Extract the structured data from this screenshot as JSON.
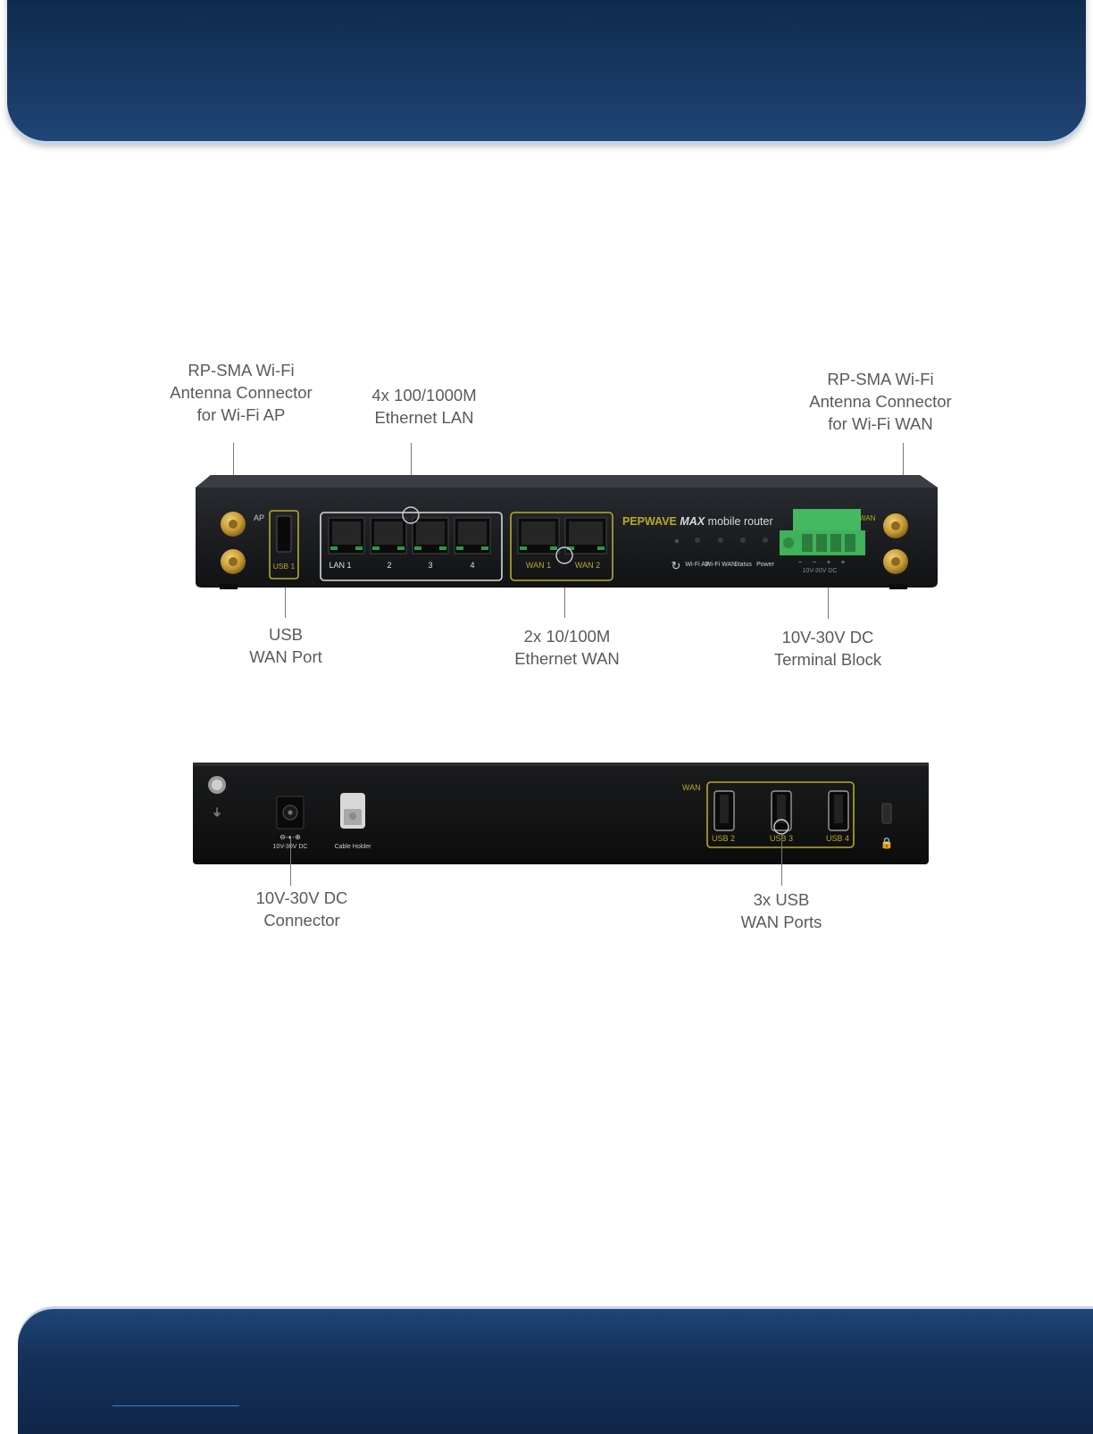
{
  "front_callouts": {
    "wifi_ap_antenna": [
      "RP-SMA Wi-Fi",
      "Antenna Connector",
      "for Wi-Fi AP"
    ],
    "ethernet_lan": [
      "4x 100/1000M",
      "Ethernet LAN"
    ],
    "wifi_wan_antenna": [
      "RP-SMA Wi-Fi",
      "Antenna Connector",
      "for Wi-Fi WAN"
    ],
    "usb_wan_port": [
      "USB",
      "WAN Port"
    ],
    "ethernet_wan": [
      "2x 10/100M",
      "Ethernet WAN"
    ],
    "terminal_block": [
      "10V-30V DC",
      "Terminal Block"
    ]
  },
  "rear_callouts": {
    "dc_connector": [
      "10V-30V DC",
      "Connector"
    ],
    "usb_wan_ports": [
      "3x USB",
      "WAN Ports"
    ]
  },
  "front_panel": {
    "ap_label": "AP",
    "wan_label": "WAN",
    "usb_label": "USB 1",
    "lan_labels": [
      "LAN 1",
      "2",
      "3",
      "4"
    ],
    "wan_port_labels": [
      "WAN 1",
      "WAN 2"
    ],
    "brand": "PEPWAVE",
    "model": "MAX",
    "product": "mobile router",
    "led_labels": [
      "Wi-Fi AP",
      "Wi-Fi WAN",
      "Status",
      "Power"
    ],
    "terminal_signs": [
      "−",
      "−",
      "+",
      "+"
    ],
    "terminal_label": "10V-30V DC"
  },
  "rear_panel": {
    "dc_label": "10V-30V DC",
    "cable_holder_label": "Cable Holder",
    "wan_label": "WAN",
    "usb_labels": [
      "USB 2",
      "USB 3",
      "USB 4"
    ]
  },
  "colors": {
    "header": "#1a3b67",
    "device": "#1c1e21",
    "wan_outline": "#b8a92c",
    "lan_outline": "#d9d9d9",
    "terminal": "#3fb25a",
    "antenna": "#c9a13b"
  }
}
